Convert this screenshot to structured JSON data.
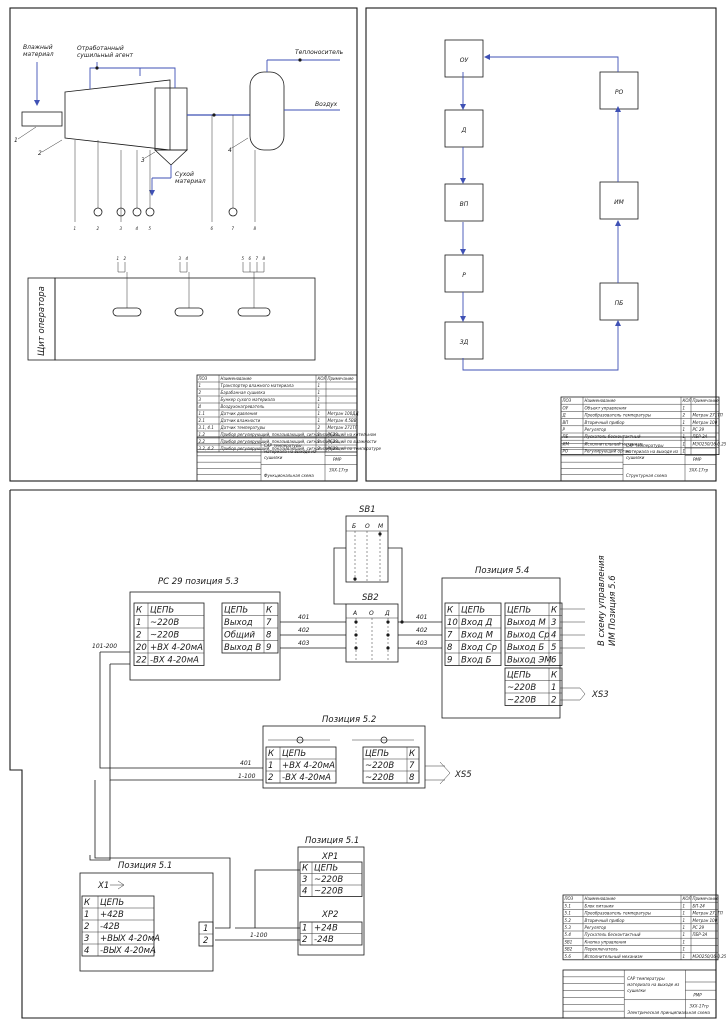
{
  "functional_diagram": {
    "labels": {
      "wet_material": "Влажный\nматериал",
      "spent_agent": "Отработанный\nсушильный агент",
      "heat_carrier": "Теплоноситель",
      "air": "Воздух",
      "dry_material": "Сухой\nматериал",
      "operator_panel": "Щит оператора"
    },
    "equipment_numbers": [
      "1",
      "2",
      "3",
      "4"
    ],
    "instrument_circle_labels": [
      "",
      "",
      "",
      "",
      ""
    ],
    "drop_numbers": [
      "1",
      "2",
      "3",
      "4",
      "5",
      "6",
      "7",
      "8"
    ],
    "panel_top_groups": [
      [
        "1",
        "2"
      ],
      [
        "3",
        "4"
      ],
      [
        "5",
        "6",
        "7",
        "8"
      ]
    ],
    "panel_pills": [
      "",
      "",
      ""
    ],
    "spec_table": {
      "headers": [
        "ПОЗ",
        "Наименование",
        "КОЛ",
        "Примечание"
      ],
      "rows": [
        [
          "1",
          "Транспортер влажного материала",
          "1",
          ""
        ],
        [
          "2",
          "Барабанная сушилка",
          "1",
          ""
        ],
        [
          "3",
          "Бункер сухого материала",
          "1",
          ""
        ],
        [
          "4",
          "Воздухонагреватель",
          "1",
          ""
        ],
        [
          "1.1",
          "Датчик давления",
          "1",
          "Метран 100ДД"
        ],
        [
          "2.1",
          "Датчик влажности",
          "1",
          "Метран 4.5ВВ"
        ],
        [
          "3.1, 4.1",
          "Датчик температуры",
          "2",
          "Метран 271ТП"
        ],
        [
          "1.2",
          "Прибор регулирующий, показывающий, сигнализирующий на котельном",
          "1",
          "РС29"
        ],
        [
          "2.2",
          "Прибор регулирующий, показывающий, сигнализирующий по влажности",
          "1",
          "РС29"
        ],
        [
          "3.2, 4.2",
          "Прибор регулирующий, показывающий, сигнализирующий по температуре",
          "2",
          "РС29"
        ]
      ]
    },
    "title_block": {
      "title": "САР температуры материала на выходе из сушилки",
      "subtitle": "Функциональная схема",
      "code": "РМР",
      "group": "ЗХХ-17гр"
    }
  },
  "structural_diagram": {
    "blocks": {
      "ou": "ОУ",
      "d": "Д",
      "vp": "ВП",
      "r": "Р",
      "zd": "ЗД",
      "ro": "РО",
      "im": "ИМ",
      "pb": "ПБ"
    },
    "spec_table": {
      "headers": [
        "ПОЗ",
        "Наименование",
        "КОЛ",
        "Примечание"
      ],
      "rows": [
        [
          "ОУ",
          "Объект управления",
          "1",
          ""
        ],
        [
          "Д",
          "Преобразователь температуры",
          "2",
          "Метран 271ТП"
        ],
        [
          "ВП",
          "Вторичный прибор",
          "1",
          "Метран 100"
        ],
        [
          "Р",
          "Регулятор",
          "1",
          "РС 29"
        ],
        [
          "ПБ",
          "Пускатель бесконтактный",
          "1",
          "ПБР-3А"
        ],
        [
          "ИМ",
          "Исполнительный механизм",
          "1",
          "МЭО250/16-0.25"
        ],
        [
          "РО",
          "Регулирующий орган",
          "1",
          ""
        ]
      ]
    },
    "title_block": {
      "title": "САР температуры материала на выходе из сушилки",
      "subtitle": "Структурная схема",
      "code": "РМР",
      "group": "ЗХХ-17гр"
    }
  },
  "electrical_diagram": {
    "sb1": {
      "title": "SB1",
      "headers": [
        "Б",
        "О",
        "М"
      ]
    },
    "sb2": {
      "title": "SB2",
      "headers": [
        "А",
        "О",
        "Д"
      ]
    },
    "pos53": {
      "title": "РС 29 позиция 5.3",
      "left_table": {
        "headers": [
          "К",
          "ЦЕПЬ"
        ],
        "rows": [
          [
            "1",
            "~220В"
          ],
          [
            "2",
            "~220В"
          ],
          [
            "20",
            "+ВХ 4-20мА"
          ],
          [
            "22",
            "-ВХ 4-20мА"
          ]
        ]
      },
      "right_table": {
        "headers": [
          "ЦЕПЬ",
          "К"
        ],
        "rows": [
          [
            "Выход",
            "7"
          ],
          [
            "Общий",
            "8"
          ],
          [
            "Выход В",
            "9"
          ]
        ]
      }
    },
    "pos54": {
      "title": "Позиция 5.4",
      "left_table": {
        "headers": [
          "К",
          "ЦЕПЬ"
        ],
        "rows": [
          [
            "10",
            "Вход Д"
          ],
          [
            "7",
            "Вход М"
          ],
          [
            "8",
            "Вход Ср"
          ],
          [
            "9",
            "Вход Б"
          ]
        ]
      },
      "right_table": {
        "headers": [
          "ЦЕПЬ",
          "К"
        ],
        "rows": [
          [
            "Выход М",
            "3"
          ],
          [
            "Выход Ср",
            "4"
          ],
          [
            "Выход Б",
            "5"
          ],
          [
            "Выход ЭМ",
            "6"
          ]
        ]
      },
      "power_table": {
        "headers": [
          "ЦЕПЬ",
          "К"
        ],
        "rows": [
          [
            "~220В",
            "1"
          ],
          [
            "~220В",
            "2"
          ]
        ]
      }
    },
    "to_control": "В схему управления\nИМ Позиция 5.6",
    "xs3": "XS3",
    "pos52": {
      "title": "Позиция 5.2",
      "left_table": {
        "headers": [
          "К",
          "ЦЕПЬ"
        ],
        "rows": [
          [
            "1",
            "+ВХ 4-20мА"
          ],
          [
            "2",
            "-ВХ 4-20мА"
          ]
        ]
      },
      "right_table": {
        "headers": [
          "ЦЕПЬ",
          "К"
        ],
        "rows": [
          [
            "~220В",
            "7"
          ],
          [
            "~220В",
            "8"
          ]
        ]
      }
    },
    "xs5": "XS5",
    "pos51_right": {
      "title": "Позиция 5.1",
      "xp1_title": "XP1",
      "xp1_table": {
        "headers": [
          "К",
          "ЦЕПЬ"
        ],
        "rows": [
          [
            "3",
            "~220В"
          ],
          [
            "4",
            "~220В"
          ]
        ]
      },
      "xp2_title": "XP2",
      "xp2_table": {
        "rows": [
          [
            "1",
            "+24В"
          ],
          [
            "2",
            "-24В"
          ]
        ]
      }
    },
    "pos51_left": {
      "title": "Позиция 5.1",
      "x1_title": "X1",
      "table": {
        "headers": [
          "К",
          "ЦЕПЬ"
        ],
        "rows": [
          [
            "1",
            "+42В"
          ],
          [
            "2",
            "-42В"
          ],
          [
            "3",
            "+ВЫХ 4-20мА"
          ],
          [
            "4",
            "-ВЫХ 4-20мА"
          ]
        ]
      },
      "side_numbers": [
        "1",
        "2"
      ]
    },
    "wire_labels": {
      "w401": "401",
      "w402": "402",
      "w403": "403",
      "w401b": "401",
      "w402b": "402",
      "w403b": "403",
      "w101_200": "101-200",
      "w401c": "401",
      "w1_100": "1-100",
      "w1_100b": "1-100"
    },
    "spec_table": {
      "headers": [
        "ПОЗ",
        "Наименование",
        "КОЛ",
        "Примечание"
      ],
      "rows": [
        [
          "5.1",
          "Блок питания",
          "1",
          "БП-24"
        ],
        [
          "5.1",
          "Преобразователь температуры",
          "1",
          "Метран 271ТП"
        ],
        [
          "5.2",
          "Вторичный прибор",
          "1",
          "Метран 100"
        ],
        [
          "5.3",
          "Регулятор",
          "1",
          "РС 29"
        ],
        [
          "5.4",
          "Пускатель бесконтактный",
          "1",
          "ПБР-3А"
        ],
        [
          "SB1",
          "Кнопка управления",
          "1",
          ""
        ],
        [
          "SB2",
          "Переключатель",
          "1",
          ""
        ],
        [
          "5.6",
          "Исполнительный механизм",
          "1",
          "МЭО250/16-0.25"
        ]
      ]
    },
    "title_block": {
      "title": "САР температуры материала на выходе из сушилки",
      "subtitle": "Электрическая принципиальная схема",
      "code": "РМР",
      "group": "ЗХХ-17гр"
    }
  }
}
